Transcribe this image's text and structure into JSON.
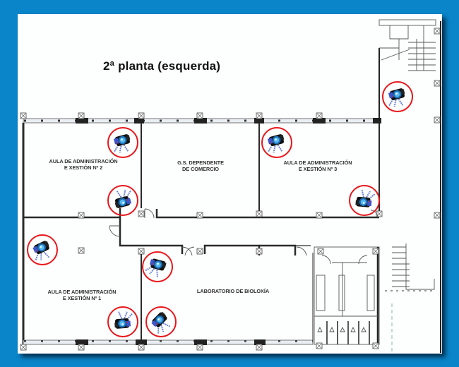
{
  "title": "2ª planta (esquerda)",
  "colors": {
    "background": "#0a85c9",
    "sheet": "#fdfefe",
    "camera_marker": "#e8161a",
    "walls": "#2a2a2a"
  },
  "rooms": [
    {
      "id": "aula2",
      "label_line1": "AULA DE ADMINISTRACIÓN",
      "label_line2": "E XESTIÓN Nº 2"
    },
    {
      "id": "gs",
      "label_line1": "G.S. DEPENDENTE",
      "label_line2": "DE COMERCIO"
    },
    {
      "id": "aula3",
      "label_line1": "AULA DE ADMINISTRACIÓN",
      "label_line2": "E XESTIÓN Nº 3"
    },
    {
      "id": "aula1",
      "label_line1": "AULA DE ADMINISTRACIÓN",
      "label_line2": "E XESTIÓN Nº 1"
    },
    {
      "id": "lab",
      "label_line1": "LABORATORIO DE BIOLOXÍA",
      "label_line2": ""
    }
  ],
  "cameras": [
    {
      "room": "aula2",
      "position": "top-right corner",
      "icon": "security-camera-icon"
    },
    {
      "room": "aula2",
      "position": "bottom-right corner",
      "icon": "security-camera-icon"
    },
    {
      "room": "aula3",
      "position": "top-left corner",
      "icon": "security-camera-icon"
    },
    {
      "room": "aula3",
      "position": "bottom-right corner",
      "icon": "security-camera-icon"
    },
    {
      "room": "stair-landing",
      "position": "right wing",
      "icon": "security-camera-icon"
    },
    {
      "room": "aula1",
      "position": "top-left",
      "icon": "security-camera-icon"
    },
    {
      "room": "aula1",
      "position": "bottom-right corner",
      "icon": "security-camera-icon"
    },
    {
      "room": "lab",
      "position": "top-left corner",
      "icon": "security-camera-icon"
    },
    {
      "room": "lab",
      "position": "bottom-left corner",
      "icon": "security-camera-icon"
    }
  ],
  "camera_count": 9
}
